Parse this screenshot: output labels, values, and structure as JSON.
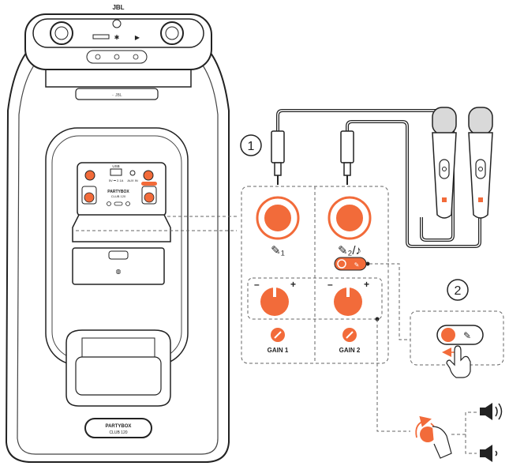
{
  "speaker": {
    "top_logo": "JBL",
    "rear_brand": "PARTYBOX",
    "rear_model": "CLUB 120",
    "front_badge_brand": "PARTYBOX",
    "front_badge_model": "CLUB 120",
    "panel_usb_label": "USB",
    "panel_usb_spec": "5V ⎓ 2.1A",
    "panel_aux_label": "AUX IN"
  },
  "steps": {
    "step1": "1",
    "step2": "2"
  },
  "inputs": {
    "mic1_glyph": "✎₁",
    "mic2_glyph": "✎₂/♪",
    "gain1_label": "GAIN 1",
    "gain2_label": "GAIN 2",
    "minus": "–",
    "plus": "+"
  },
  "colors": {
    "accent_orange": "#f26b3a",
    "line_dark": "#222222",
    "dashed_gray": "#666666",
    "mic_gray": "#d9d9d9"
  }
}
